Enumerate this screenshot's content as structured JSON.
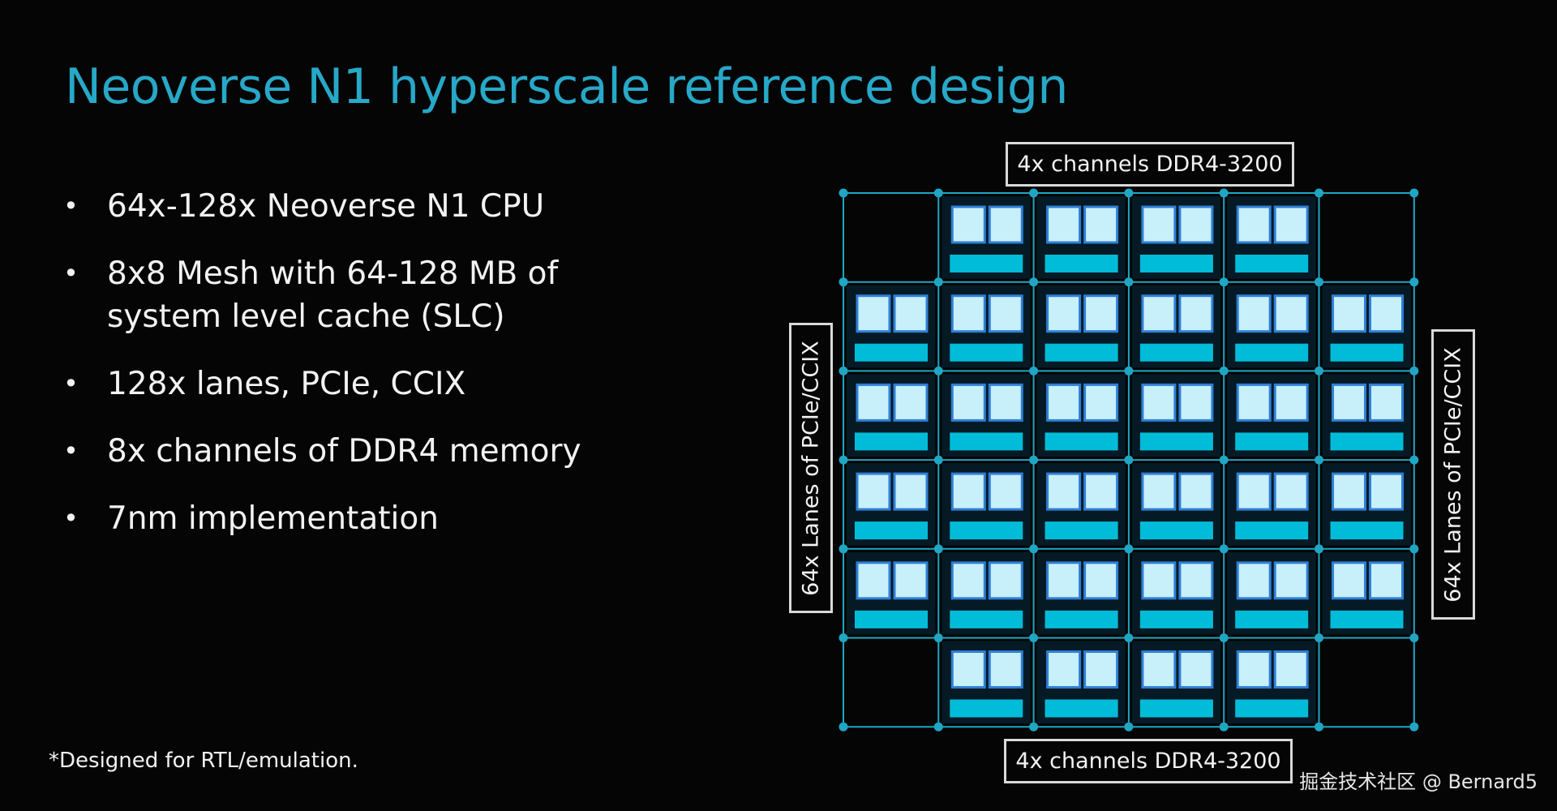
{
  "title": "Neoverse N1 hyperscale reference design",
  "bullets": [
    "64x-128x Neoverse N1 CPU",
    "8x8 Mesh with 64-128 MB of system level cache (SLC)",
    "128x lanes, PCIe, CCIX",
    "8x channels of DDR4 memory",
    "7nm implementation"
  ],
  "footnote": "*Designed for RTL/emulation.",
  "watermark": "掘金技术社区 @ Bernard5",
  "diagram": {
    "memory_top_label": "4x channels DDR4-3200",
    "memory_bottom_label": "4x channels DDR4-3200",
    "io_left_label": "64x Lanes of PCIe/CCIX",
    "io_right_label": "64x Lanes of PCIe/CCIX",
    "mesh_rows": 6,
    "mesh_cols": 6,
    "empty_cells": [
      [
        0,
        0
      ],
      [
        0,
        5
      ],
      [
        5,
        0
      ],
      [
        5,
        5
      ]
    ],
    "colors": {
      "mesh_line": "#1fa6c4",
      "tile_fill": "#051a24",
      "core_fill": "#c8f0fb",
      "core_border": "#2f7fd6",
      "cache_bar": "#00bcd8",
      "title": "#27a8c8"
    }
  }
}
